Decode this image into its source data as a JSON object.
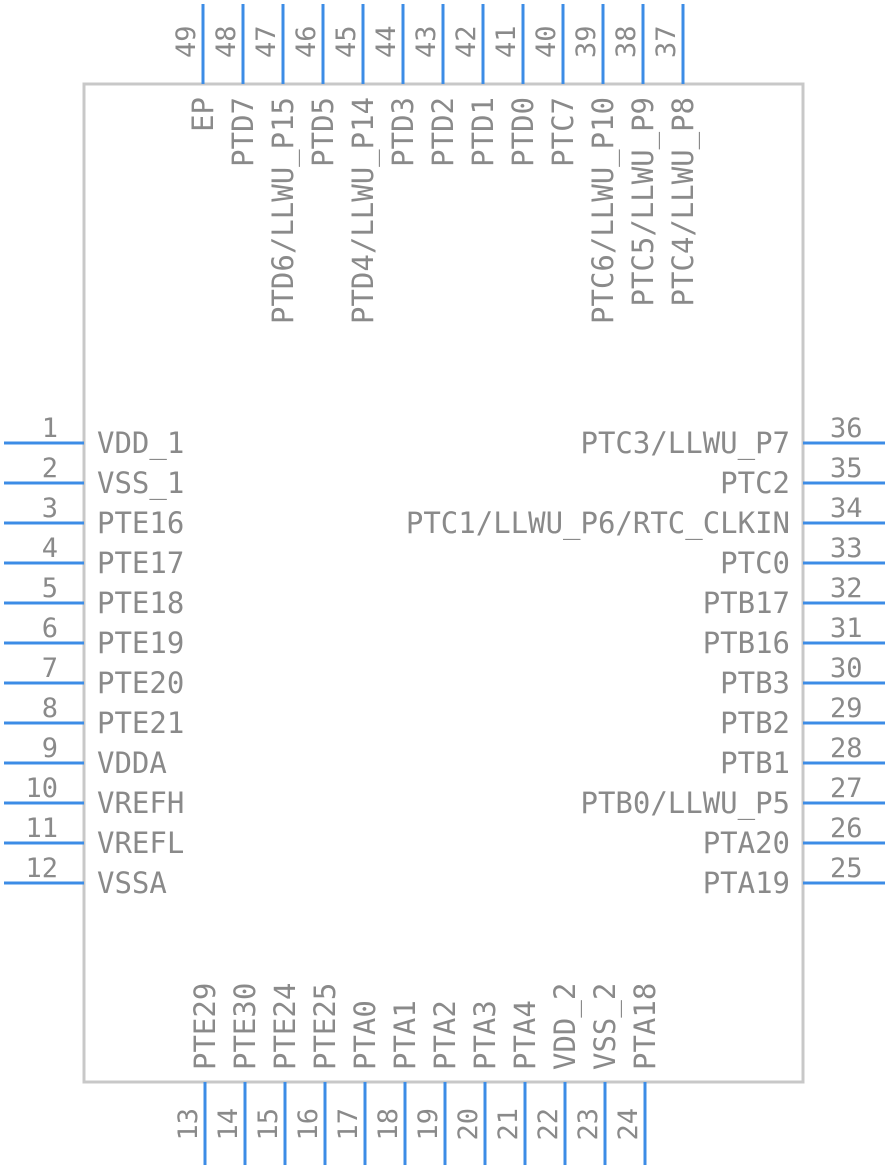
{
  "colors": {
    "body_stroke": "#c8c8c8",
    "pin": "#3c8ce6",
    "text": "#8a8a8a"
  },
  "pins_left": [
    {
      "num": "1",
      "name": "VDD_1"
    },
    {
      "num": "2",
      "name": "VSS_1"
    },
    {
      "num": "3",
      "name": "PTE16"
    },
    {
      "num": "4",
      "name": "PTE17"
    },
    {
      "num": "5",
      "name": "PTE18"
    },
    {
      "num": "6",
      "name": "PTE19"
    },
    {
      "num": "7",
      "name": "PTE20"
    },
    {
      "num": "8",
      "name": "PTE21"
    },
    {
      "num": "9",
      "name": "VDDA"
    },
    {
      "num": "10",
      "name": "VREFH"
    },
    {
      "num": "11",
      "name": "VREFL"
    },
    {
      "num": "12",
      "name": "VSSA"
    }
  ],
  "pins_bottom": [
    {
      "num": "13",
      "name": "PTE29"
    },
    {
      "num": "14",
      "name": "PTE30"
    },
    {
      "num": "15",
      "name": "PTE24"
    },
    {
      "num": "16",
      "name": "PTE25"
    },
    {
      "num": "17",
      "name": "PTA0"
    },
    {
      "num": "18",
      "name": "PTA1"
    },
    {
      "num": "19",
      "name": "PTA2"
    },
    {
      "num": "20",
      "name": "PTA3"
    },
    {
      "num": "21",
      "name": "PTA4"
    },
    {
      "num": "22",
      "name": "VDD_2"
    },
    {
      "num": "23",
      "name": "VSS_2"
    },
    {
      "num": "24",
      "name": "PTA18"
    }
  ],
  "pins_right": [
    {
      "num": "25",
      "name": "PTA19"
    },
    {
      "num": "26",
      "name": "PTA20"
    },
    {
      "num": "27",
      "name": "PTB0/LLWU_P5"
    },
    {
      "num": "28",
      "name": "PTB1"
    },
    {
      "num": "29",
      "name": "PTB2"
    },
    {
      "num": "30",
      "name": "PTB3"
    },
    {
      "num": "31",
      "name": "PTB16"
    },
    {
      "num": "32",
      "name": "PTB17"
    },
    {
      "num": "33",
      "name": "PTC0"
    },
    {
      "num": "34",
      "name": "PTC1/LLWU_P6/RTC_CLKIN"
    },
    {
      "num": "35",
      "name": "PTC2"
    },
    {
      "num": "36",
      "name": "PTC3/LLWU_P7"
    }
  ],
  "pins_top": [
    {
      "num": "37",
      "name": "PTC4/LLWU_P8"
    },
    {
      "num": "38",
      "name": "PTC5/LLWU_P9"
    },
    {
      "num": "39",
      "name": "PTC6/LLWU_P10"
    },
    {
      "num": "40",
      "name": "PTC7"
    },
    {
      "num": "41",
      "name": "PTD0"
    },
    {
      "num": "42",
      "name": "PTD1"
    },
    {
      "num": "43",
      "name": "PTD2"
    },
    {
      "num": "44",
      "name": "PTD3"
    },
    {
      "num": "45",
      "name": "PTD4/LLWU_P14"
    },
    {
      "num": "46",
      "name": "PTD5"
    },
    {
      "num": "47",
      "name": "PTD6/LLWU_P15"
    },
    {
      "num": "48",
      "name": "PTD7"
    },
    {
      "num": "49",
      "name": "EP"
    }
  ]
}
